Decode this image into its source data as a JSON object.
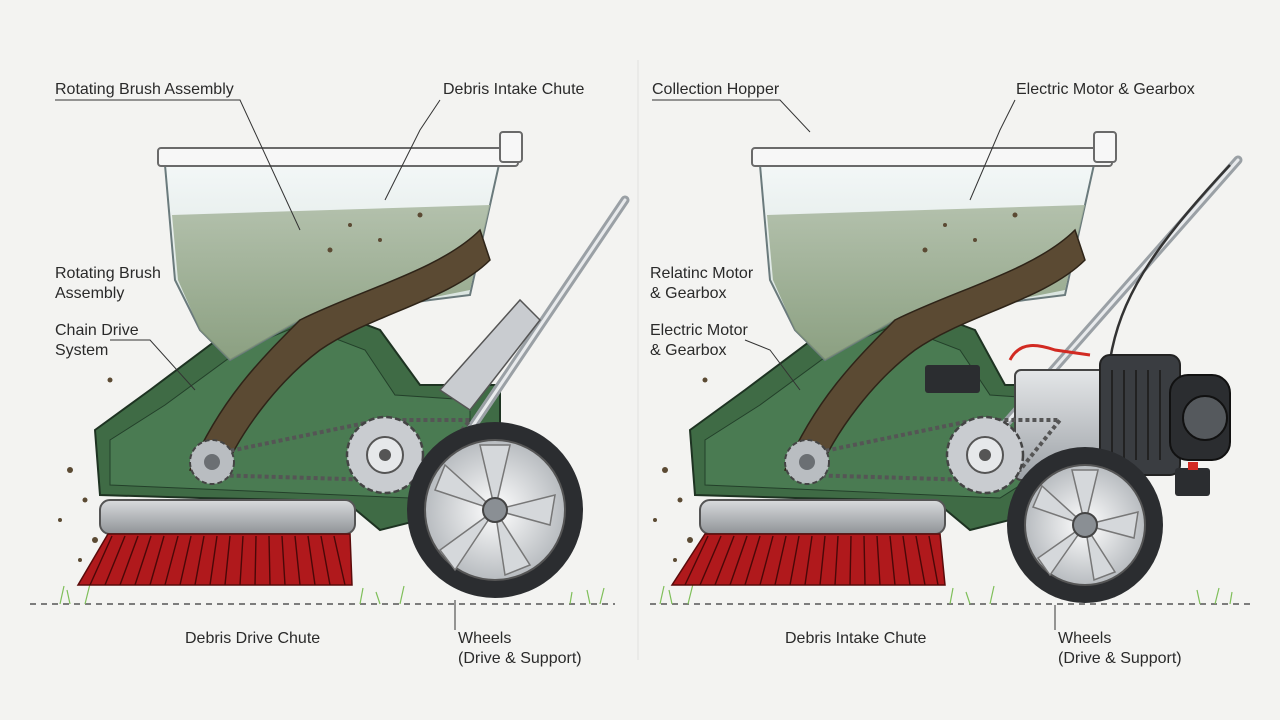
{
  "colors": {
    "body_green": "#3f6b45",
    "body_green_dark": "#2d4f33",
    "brush_red": "#b0191c",
    "metal": "#c9ccd0",
    "hopper_glass": "#dfe9ea",
    "motor_dark": "#2b2d30",
    "wire_red": "#d22a22",
    "grass": "#7fbf5a"
  },
  "left_panel": {
    "labels": {
      "top_left": "Rotating Brush Assembly",
      "top_right": "Debris Intake Chute",
      "mid_left_1": "Rotating Brush",
      "mid_left_2": "Assembly",
      "chain_1": "Chain Drive",
      "chain_2": "System",
      "bottom_left": "Debris Drive Chute",
      "wheels_1": "Wheels",
      "wheels_2": "(Drive & Support)"
    }
  },
  "right_panel": {
    "labels": {
      "top_left": "Collection Hopper",
      "top_right": "Electric Motor & Gearbox",
      "mid_left_1": "Relatinc Motor",
      "mid_left_2": "& Gearbox",
      "motor_1": "Electric Motor",
      "motor_2": "& Gearbox",
      "bottom_left": "Debris Intake Chute",
      "wheels_1": "Wheels",
      "wheels_2": "(Drive & Support)"
    }
  }
}
